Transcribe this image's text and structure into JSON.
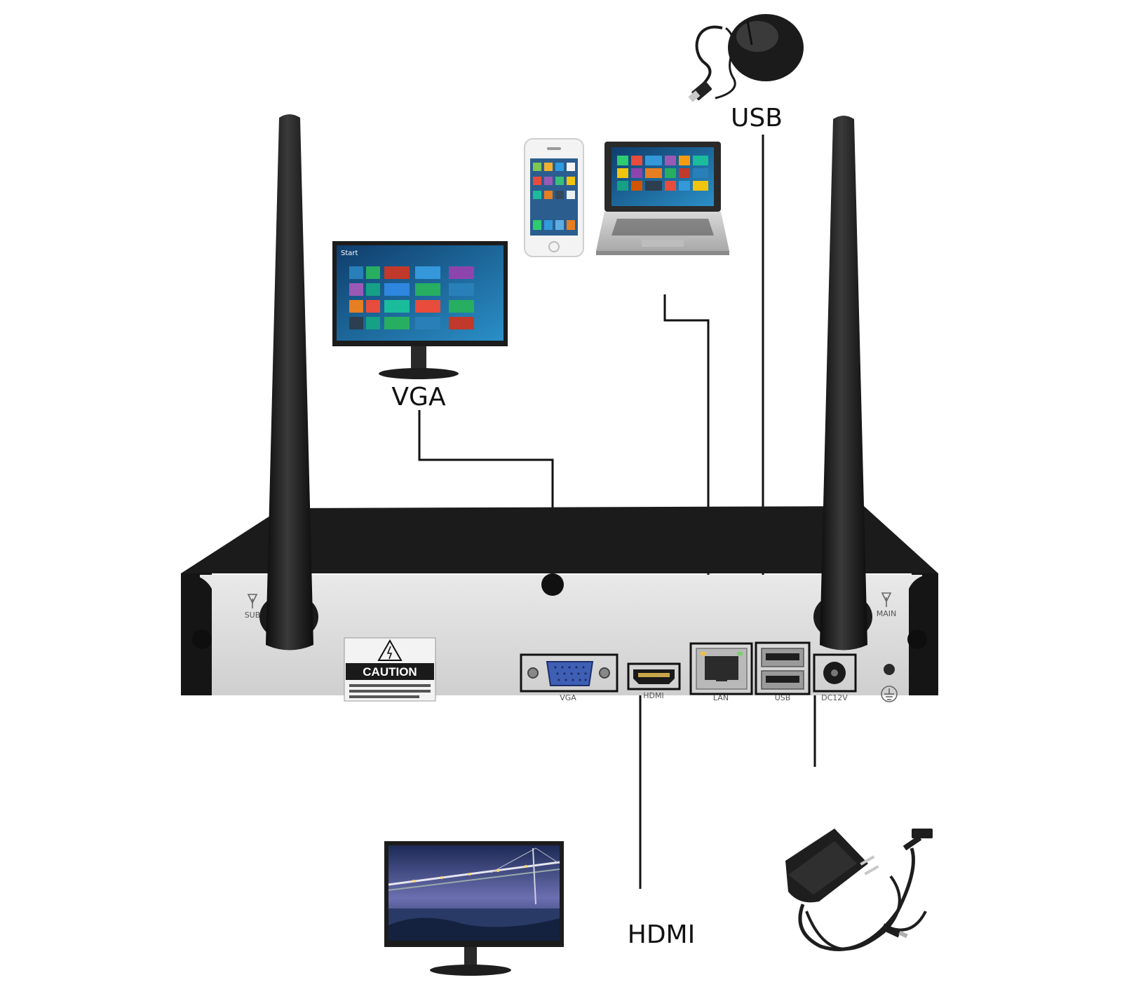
{
  "labels": {
    "usb": "USB",
    "vga": "VGA",
    "hdmi": "HDMI"
  },
  "device": {
    "caution": "CAUTION",
    "ports": {
      "vga": "VGA",
      "hdmi": "HDMI",
      "lan": "LAN",
      "usb": "USB",
      "dc": "DC12V"
    },
    "antenna_left": "SUB",
    "antenna_right": "MAIN"
  },
  "colors": {
    "nvr_body": "#1a1a1a",
    "panel": "#dcdcdc",
    "wire": "#111111",
    "vga_port": "#3f5fb5"
  },
  "icons": [
    "mouse-icon",
    "phone-icon",
    "laptop-icon",
    "monitor-icon",
    "power-adapter-icon",
    "antenna-icon",
    "ground-icon",
    "warning-icon"
  ]
}
